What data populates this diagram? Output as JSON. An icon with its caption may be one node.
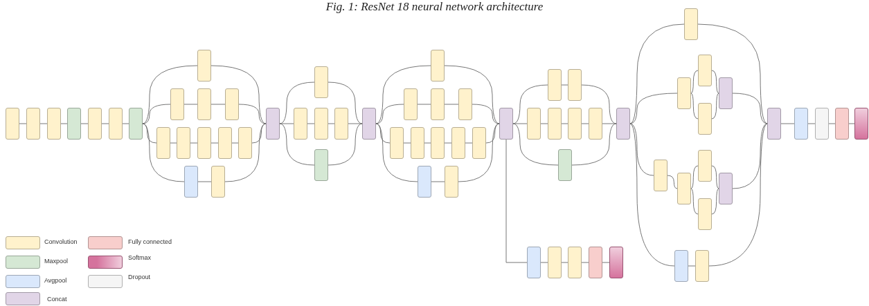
{
  "diagram": {
    "title": "Fig. 1: ResNet 18 neural network architecture",
    "nodes": [
      {
        "text": [],
        "shape": "box"
      },
      {
        "text": [],
        "shape": "box"
      },
      {
        "text": [],
        "shape": "box"
      },
      {
        "text": [],
        "shape": "box"
      },
      {
        "text": [],
        "shape": "box"
      },
      {
        "text": [],
        "shape": "box"
      },
      {
        "text": [],
        "shape": "box"
      },
      {
        "text": [],
        "shape": "box"
      },
      {
        "text": [],
        "shape": "box"
      },
      {
        "text": [],
        "shape": "box"
      },
      {
        "text": [],
        "shape": "box"
      },
      {
        "text": [],
        "shape": "box"
      },
      {
        "text": [],
        "shape": "box"
      },
      {
        "text": [],
        "shape": "box"
      },
      {
        "text": [],
        "shape": "box"
      },
      {
        "text": [],
        "shape": "box"
      },
      {
        "text": [],
        "shape": "box"
      },
      {
        "text": [],
        "shape": "box"
      },
      {
        "text": [],
        "shape": "box"
      },
      {
        "text": [],
        "shape": "box"
      },
      {
        "text": [],
        "shape": "box"
      },
      {
        "text": [],
        "shape": "box"
      },
      {
        "text": [],
        "shape": "box"
      },
      {
        "text": [],
        "shape": "box"
      },
      {
        "text": [],
        "shape": "box"
      },
      {
        "text": [],
        "shape": "box"
      },
      {
        "text": [],
        "shape": "box"
      },
      {
        "text": [],
        "shape": "box"
      },
      {
        "text": [],
        "shape": "box"
      },
      {
        "text": [],
        "shape": "box"
      },
      {
        "text": [],
        "shape": "box"
      },
      {
        "text": [],
        "shape": "box"
      },
      {
        "text": [],
        "shape": "box"
      },
      {
        "text": [],
        "shape": "box"
      },
      {
        "text": [],
        "shape": "box"
      },
      {
        "text": [],
        "shape": "box"
      },
      {
        "text": [],
        "shape": "box"
      },
      {
        "text": [],
        "shape": "box"
      },
      {
        "text": [],
        "shape": "box"
      },
      {
        "text": [],
        "shape": "box"
      },
      {
        "text": [],
        "shape": "box"
      },
      {
        "text": [],
        "shape": "box"
      },
      {
        "text": [],
        "shape": "box"
      },
      {
        "text": [],
        "shape": "box"
      },
      {
        "text": [],
        "shape": "box"
      },
      {
        "text": [],
        "shape": "box"
      },
      {
        "text": [],
        "shape": "box"
      },
      {
        "text": [],
        "shape": "box"
      },
      {
        "text": [],
        "shape": "box"
      },
      {
        "text": [],
        "shape": "box"
      },
      {
        "text": [],
        "shape": "box"
      },
      {
        "text": [],
        "shape": "box"
      },
      {
        "text": [],
        "shape": "box"
      },
      {
        "text": [],
        "shape": "box"
      },
      {
        "text": [],
        "shape": "box"
      },
      {
        "text": [],
        "shape": "box"
      },
      {
        "text": [],
        "shape": "box"
      },
      {
        "text": [],
        "shape": "box"
      },
      {
        "text": [],
        "shape": "box"
      },
      {
        "text": [],
        "shape": "box"
      },
      {
        "text": [],
        "shape": "box"
      },
      {
        "text": [],
        "shape": "box"
      },
      {
        "text": [],
        "shape": "box"
      },
      {
        "text": [],
        "shape": "box"
      },
      {
        "text": [],
        "shape": "box"
      },
      {
        "text": [],
        "shape": "box"
      },
      {
        "text": [],
        "shape": "box"
      }
    ],
    "edges": [
      {
        "from": 0,
        "to": 1,
        "arrow": "none"
      },
      {
        "from": 1,
        "to": 2,
        "arrow": "none"
      },
      {
        "from": 2,
        "to": 3,
        "arrow": "none"
      },
      {
        "from": 3,
        "to": 4,
        "arrow": "none"
      },
      {
        "from": 4,
        "to": 5,
        "arrow": "none"
      },
      {
        "from": 5,
        "to": 6,
        "arrow": "none"
      },
      {
        "from": 6,
        "to": 7,
        "arrow": "none"
      },
      {
        "from": 6,
        "to": 8,
        "arrow": "none"
      },
      {
        "from": 6,
        "to": 11,
        "arrow": "none"
      },
      {
        "from": 6,
        "to": 16,
        "arrow": "none"
      },
      {
        "from": 8,
        "to": 9,
        "arrow": "none"
      },
      {
        "from": 9,
        "to": 10,
        "arrow": "none"
      },
      {
        "from": 10,
        "to": 18,
        "arrow": "none"
      },
      {
        "from": 11,
        "to": 12,
        "arrow": "none"
      },
      {
        "from": 12,
        "to": 13,
        "arrow": "none"
      },
      {
        "from": 13,
        "to": 14,
        "arrow": "none"
      },
      {
        "from": 14,
        "to": 15,
        "arrow": "none"
      },
      {
        "from": 15,
        "to": 18,
        "arrow": "none"
      },
      {
        "from": 16,
        "to": 17,
        "arrow": "none"
      },
      {
        "from": 17,
        "to": 18,
        "arrow": "none"
      },
      {
        "from": 7,
        "to": 18,
        "arrow": "none"
      },
      {
        "from": 18,
        "to": 19,
        "arrow": "none"
      },
      {
        "from": 18,
        "to": 20,
        "arrow": "none"
      },
      {
        "from": 18,
        "to": 23,
        "arrow": "none"
      },
      {
        "from": 20,
        "to": 21,
        "arrow": "none"
      },
      {
        "from": 21,
        "to": 22,
        "arrow": "none"
      },
      {
        "from": 22,
        "to": 24,
        "arrow": "none"
      },
      {
        "from": 19,
        "to": 24,
        "arrow": "none"
      },
      {
        "from": 23,
        "to": 24,
        "arrow": "none"
      },
      {
        "from": 24,
        "to": 25,
        "arrow": "none"
      },
      {
        "from": 24,
        "to": 26,
        "arrow": "none"
      },
      {
        "from": 24,
        "to": 29,
        "arrow": "none"
      },
      {
        "from": 24,
        "to": 34,
        "arrow": "none"
      },
      {
        "from": 26,
        "to": 27,
        "arrow": "none"
      },
      {
        "from": 27,
        "to": 28,
        "arrow": "none"
      },
      {
        "from": 28,
        "to": 36,
        "arrow": "none"
      },
      {
        "from": 29,
        "to": 30,
        "arrow": "none"
      },
      {
        "from": 30,
        "to": 31,
        "arrow": "none"
      },
      {
        "from": 31,
        "to": 32,
        "arrow": "none"
      },
      {
        "from": 32,
        "to": 33,
        "arrow": "none"
      },
      {
        "from": 33,
        "to": 36,
        "arrow": "none"
      },
      {
        "from": 34,
        "to": 35,
        "arrow": "none"
      },
      {
        "from": 35,
        "to": 36,
        "arrow": "none"
      },
      {
        "from": 25,
        "to": 36,
        "arrow": "none"
      },
      {
        "from": 36,
        "to": 37,
        "arrow": "none"
      },
      {
        "from": 36,
        "to": 39,
        "arrow": "none"
      },
      {
        "from": 36,
        "to": 43,
        "arrow": "none"
      },
      {
        "from": 37,
        "to": 38,
        "arrow": "none"
      },
      {
        "from": 38,
        "to": 44,
        "arrow": "none"
      },
      {
        "from": 39,
        "to": 40,
        "arrow": "none"
      },
      {
        "from": 40,
        "to": 41,
        "arrow": "none"
      },
      {
        "from": 41,
        "to": 42,
        "arrow": "none"
      },
      {
        "from": 42,
        "to": 44,
        "arrow": "none"
      },
      {
        "from": 43,
        "to": 44,
        "arrow": "none"
      },
      {
        "from": 36,
        "to": 62,
        "arrow": "none"
      },
      {
        "from": 62,
        "to": 63,
        "arrow": "none"
      },
      {
        "from": 63,
        "to": 64,
        "arrow": "none"
      },
      {
        "from": 64,
        "to": 65,
        "arrow": "none"
      },
      {
        "from": 65,
        "to": 66,
        "arrow": "none"
      },
      {
        "from": 44,
        "to": 45,
        "arrow": "none"
      },
      {
        "from": 44,
        "to": 47,
        "arrow": "none"
      },
      {
        "from": 44,
        "to": 50,
        "arrow": "none"
      },
      {
        "from": 44,
        "to": 55,
        "arrow": "none"
      },
      {
        "from": 47,
        "to": 46,
        "arrow": "none"
      },
      {
        "from": 47,
        "to": 49,
        "arrow": "none"
      },
      {
        "from": 46,
        "to": 48,
        "arrow": "none"
      },
      {
        "from": 49,
        "to": 48,
        "arrow": "none"
      },
      {
        "from": 50,
        "to": 52,
        "arrow": "none"
      },
      {
        "from": 52,
        "to": 51,
        "arrow": "none"
      },
      {
        "from": 52,
        "to": 54,
        "arrow": "none"
      },
      {
        "from": 51,
        "to": 53,
        "arrow": "none"
      },
      {
        "from": 54,
        "to": 53,
        "arrow": "none"
      },
      {
        "from": 55,
        "to": 56,
        "arrow": "none"
      },
      {
        "from": 45,
        "to": 57,
        "arrow": "none"
      },
      {
        "from": 48,
        "to": 57,
        "arrow": "none"
      },
      {
        "from": 53,
        "to": 57,
        "arrow": "none"
      },
      {
        "from": 56,
        "to": 57,
        "arrow": "none"
      },
      {
        "from": 57,
        "to": 58,
        "arrow": "none"
      },
      {
        "from": 58,
        "to": 59,
        "arrow": "none"
      },
      {
        "from": 59,
        "to": 60,
        "arrow": "none"
      },
      {
        "from": 60,
        "to": 61,
        "arrow": "none"
      }
    ],
    "legend": [
      {
        "text": "Convolution",
        "color": "#fff2cc"
      },
      {
        "text": "Maxpool",
        "color": "#d5e8d4"
      },
      {
        "text": "Avgpool",
        "color": "#dae8fc"
      },
      {
        "text": "Concat",
        "color": "#e1d5e7"
      },
      {
        "text": "Fully connected",
        "color": "#f8cecc"
      },
      {
        "text": "Softmax",
        "color": "#d5739d"
      },
      {
        "text": "Dropout",
        "color": "#f5f5f5"
      }
    ]
  }
}
